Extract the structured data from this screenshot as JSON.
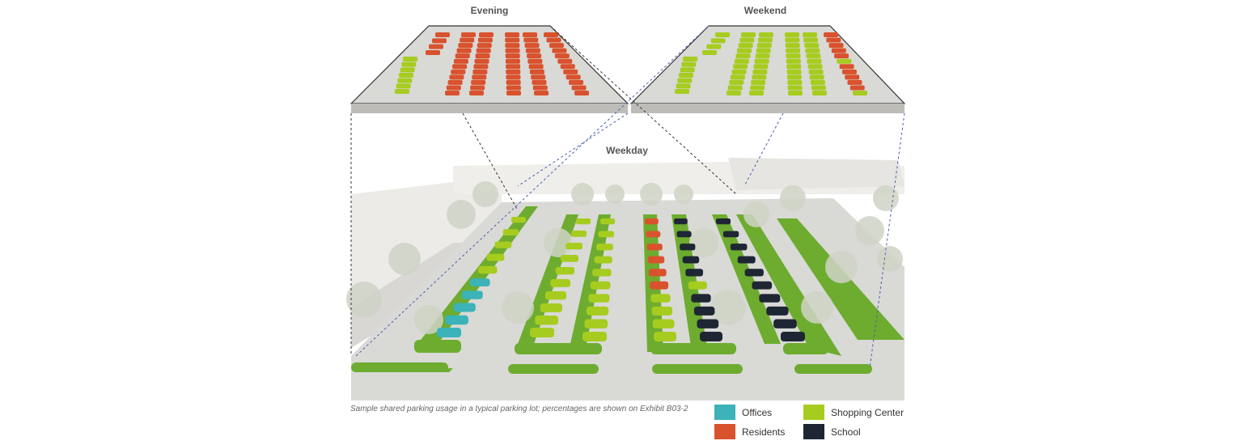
{
  "panels": {
    "evening": "Evening",
    "weekend": "Weekend",
    "weekday": "Weekday"
  },
  "caption": "Sample shared parking usage in a typical parking lot; percentages are shown on Exhibit B03-2",
  "legend": [
    {
      "label": "Offices",
      "color": "#3bb3b8"
    },
    {
      "label": "Shopping Center",
      "color": "#a6cc1f"
    },
    {
      "label": "Residents",
      "color": "#d9522e"
    },
    {
      "label": "School",
      "color": "#1f2633"
    }
  ],
  "colors": {
    "grass": "#6dac2f",
    "pavement": "#d9d9d6",
    "building": "#ecebe8"
  }
}
